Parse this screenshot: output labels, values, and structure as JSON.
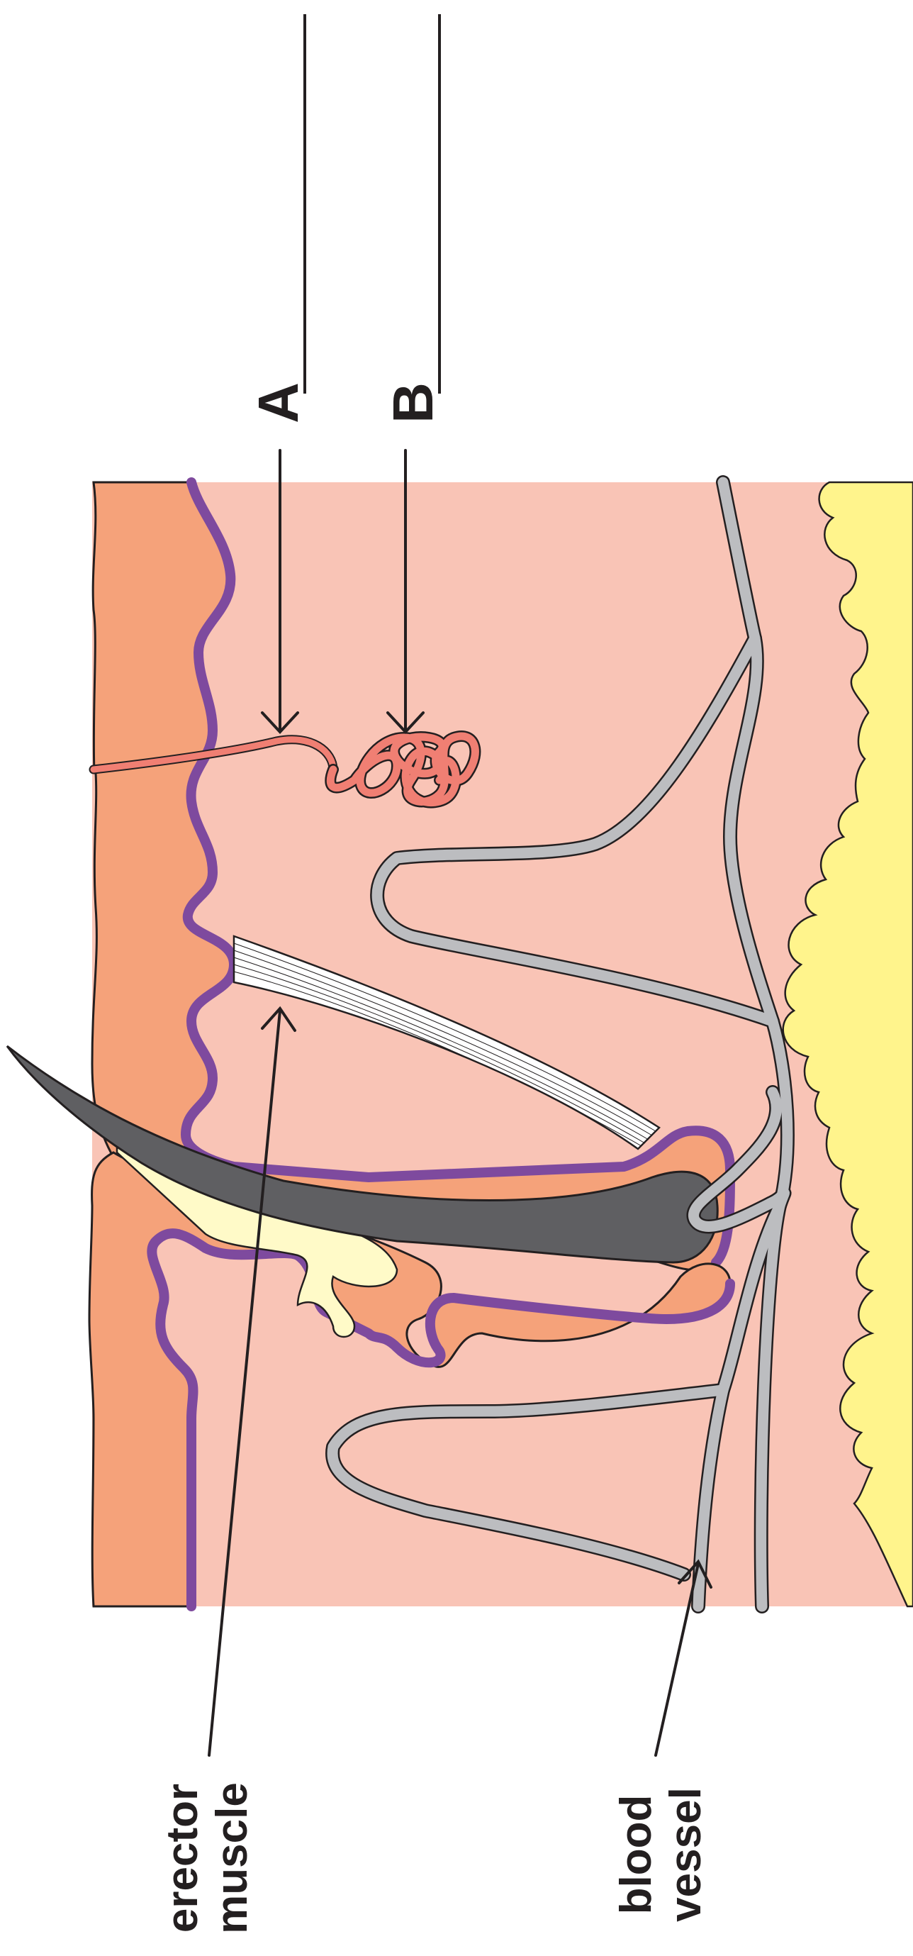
{
  "labels": {
    "a": "A",
    "b": "B",
    "erector_muscle": [
      "erector",
      "muscle"
    ],
    "blood_vessel": [
      "blood",
      "vessel"
    ]
  },
  "colors": {
    "background": "#ffffff",
    "epidermis": "#f5a27a",
    "dermis": "#f9c4b6",
    "fat": "#fff48c",
    "basement_membrane": "#7e4a9e",
    "blood_vessel": "#bcbdc0",
    "hair": "#5f5f62",
    "sebaceous_gland": "#fffac8",
    "sweat_gland": "#f07f73",
    "outline": "#231f20"
  }
}
